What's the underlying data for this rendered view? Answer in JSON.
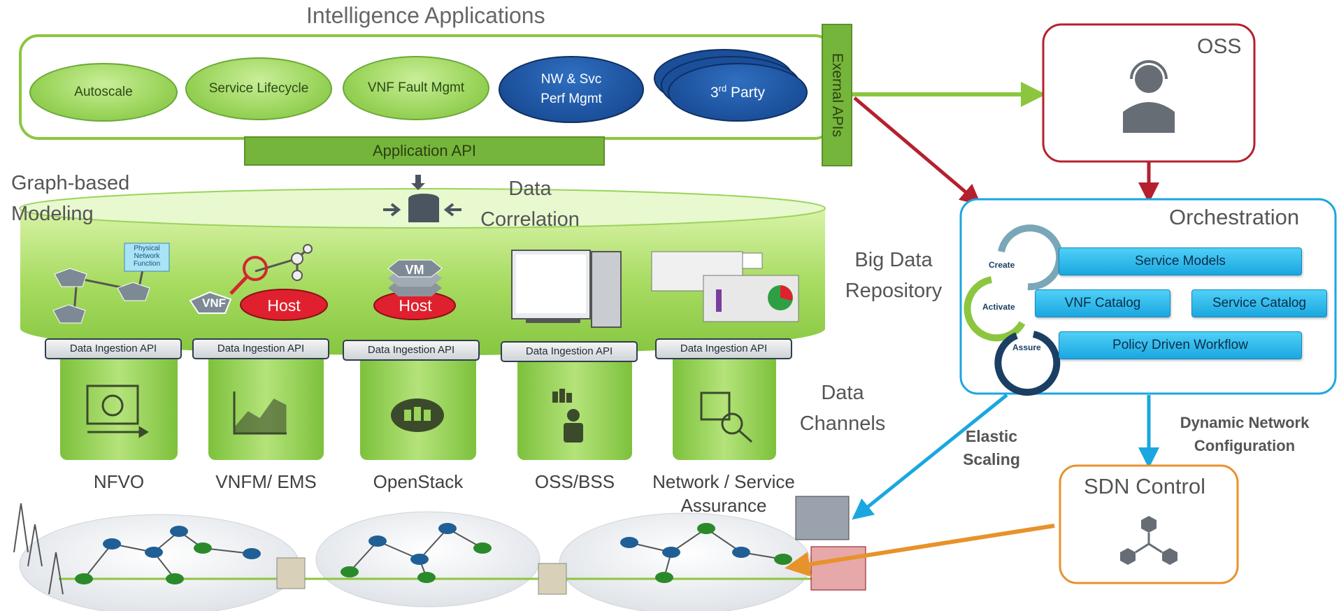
{
  "title": "Intelligence Applications",
  "apps": [
    "Autoscale",
    "Service Lifecycle",
    "VNF Fault Mgmt",
    "NW & Svc Perf Mgmt"
  ],
  "third_party": {
    "prefix": "3",
    "sup": "rd",
    "suffix": " Party"
  },
  "application_api": "Application API",
  "external_apis": "Exernal APIs",
  "graph_modeling": "Graph-based Modeling",
  "data_correlation": "Data Correlation",
  "big_data": "Big Data Repository",
  "data_channels": "Data Channels",
  "physical_network_function": "Physical Network Function",
  "vnf": "VNF",
  "host": "Host",
  "vm": "VM",
  "ingestion_api": "Data Ingestion API",
  "channels": [
    "NFVO",
    "VNFM/ EMS",
    "OpenStack",
    "OSS/BSS",
    "Network / Service Assurance"
  ],
  "oss": "OSS",
  "orchestration": {
    "title": "Orchestration",
    "cycle": [
      "Create",
      "Activate",
      "Assure"
    ],
    "service_models": "Service Models",
    "vnf_catalog": "VNF Catalog",
    "service_catalog": "Service Catalog",
    "policy_workflow": "Policy Driven Workflow"
  },
  "elastic_scaling": "Elastic Scaling",
  "dynamic_config": "Dynamic Network Configuration",
  "sdn_control": "SDN Control",
  "colors": {
    "green": "#8cc63f",
    "dark_green": "#76b53b",
    "blue": "#1b4f9a",
    "cyan": "#1aa7e0",
    "oss_red": "#b5202e",
    "sdn_orange": "#e8922a",
    "host_red": "#e0202e"
  }
}
